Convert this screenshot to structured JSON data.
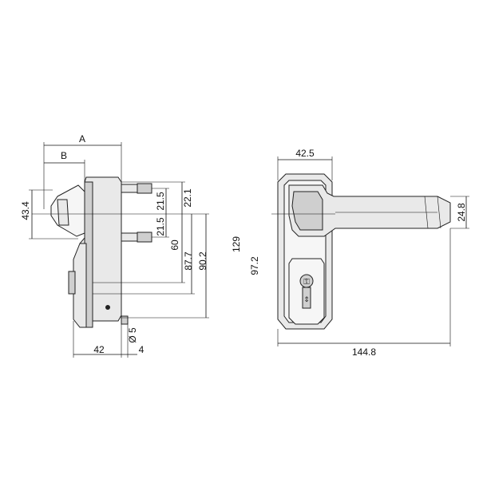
{
  "side_view": {
    "dimensions": {
      "a": "A",
      "b": "B",
      "height_43_4": "43.4",
      "v_21_5_upper": "21.5",
      "v_22_1": "22.1",
      "v_21_5_lower": "21.5",
      "v_60": "60",
      "v_87_7": "87.7",
      "v_90_2": "90.2",
      "diameter_5": "Ø 5",
      "width_42": "42",
      "width_4": "4"
    }
  },
  "front_view": {
    "dimensions": {
      "width_42_5": "42.5",
      "height_24_8": "24.8",
      "height_129": "129",
      "height_97_2": "97.2",
      "length_144_8": "144.8"
    }
  }
}
